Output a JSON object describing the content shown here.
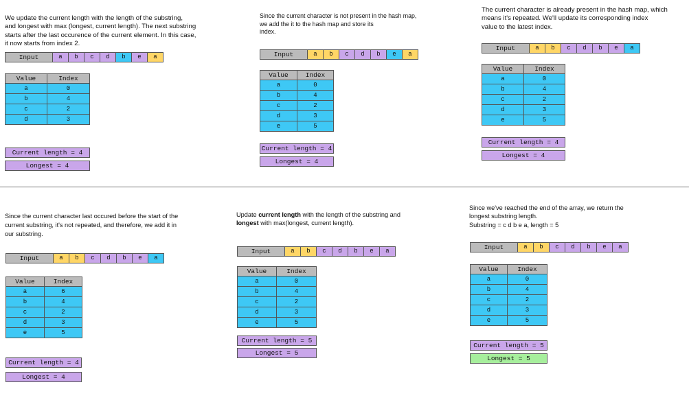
{
  "input_label": "Input",
  "input_values": [
    "a",
    "b",
    "c",
    "d",
    "b",
    "e",
    "a"
  ],
  "table_headers": [
    "Value",
    "Index"
  ],
  "panels": [
    {
      "caption_lines": [
        "We update the current length with the length of the substring,",
        "and longest with max (longest, current length). The next substring",
        "starts after the last occurence of the current element. In this case,",
        "it now starts from index 2."
      ],
      "input_highlight": [
        "purple",
        "purple",
        "purple",
        "purple",
        "blue",
        "purple",
        "yellow"
      ],
      "rows": [
        [
          "a",
          "0"
        ],
        [
          "b",
          "4"
        ],
        [
          "c",
          "2"
        ],
        [
          "d",
          "3"
        ]
      ],
      "current_length": "Current length = 4",
      "longest": "Longest = 4",
      "longest_color": "purple"
    },
    {
      "caption_lines": [
        "Since the current character is not present in the hash map,",
        "we add the it to the hash map and store its",
        "index."
      ],
      "input_highlight": [
        "yellow",
        "yellow",
        "purple",
        "purple",
        "purple",
        "blue",
        "yellow"
      ],
      "rows": [
        [
          "a",
          "0"
        ],
        [
          "b",
          "4"
        ],
        [
          "c",
          "2"
        ],
        [
          "d",
          "3"
        ],
        [
          "e",
          "5"
        ]
      ],
      "current_length": "Current length = 4",
      "longest": "Longest = 4",
      "longest_color": "purple"
    },
    {
      "caption_lines": [
        "The current character is already present in the hash map, which",
        "means it's repeated. We'll update its corresponding index",
        "value to the latest index."
      ],
      "input_highlight": [
        "yellow",
        "yellow",
        "purple",
        "purple",
        "purple",
        "purple",
        "blue"
      ],
      "rows": [
        [
          "a",
          "0"
        ],
        [
          "b",
          "4"
        ],
        [
          "c",
          "2"
        ],
        [
          "d",
          "3"
        ],
        [
          "e",
          "5"
        ]
      ],
      "current_length": "Current length = 4",
      "longest": "Longest = 4",
      "longest_color": "purple"
    },
    {
      "caption_lines": [
        "Since the current character last occured before the start of the",
        "current substring, it's not repeated, and therefore, we add it in",
        "our substring."
      ],
      "input_highlight": [
        "yellow",
        "yellow",
        "purple",
        "purple",
        "purple",
        "purple",
        "blue"
      ],
      "rows": [
        [
          "a",
          "6"
        ],
        [
          "b",
          "4"
        ],
        [
          "c",
          "2"
        ],
        [
          "d",
          "3"
        ],
        [
          "e",
          "5"
        ]
      ],
      "current_length": "Current length = 4",
      "longest": "Longest = 4",
      "longest_color": "purple"
    },
    {
      "caption_rich": [
        [
          [
            "Update ",
            false
          ],
          [
            "current length",
            true
          ],
          [
            " with the length of the substring and",
            false
          ]
        ],
        [
          [
            "longest",
            true
          ],
          [
            " with max(longest, current length).",
            false
          ]
        ]
      ],
      "input_highlight": [
        "yellow",
        "yellow",
        "purple",
        "purple",
        "purple",
        "purple",
        "purple"
      ],
      "rows": [
        [
          "a",
          "0"
        ],
        [
          "b",
          "4"
        ],
        [
          "c",
          "2"
        ],
        [
          "d",
          "3"
        ],
        [
          "e",
          "5"
        ]
      ],
      "current_length": "Current length = 5",
      "longest": "Longest = 5",
      "longest_color": "purple"
    },
    {
      "caption_lines": [
        "Since we've reached the end of the array, we return the",
        "longest substring length.",
        "Substring = c d b e a, length = 5"
      ],
      "input_highlight": [
        "yellow",
        "yellow",
        "purple",
        "purple",
        "purple",
        "purple",
        "purple"
      ],
      "rows": [
        [
          "a",
          "0"
        ],
        [
          "b",
          "4"
        ],
        [
          "c",
          "2"
        ],
        [
          "d",
          "3"
        ],
        [
          "e",
          "5"
        ]
      ],
      "current_length": "Current length = 5",
      "longest": "Longest = 5",
      "longest_color": "green"
    }
  ]
}
